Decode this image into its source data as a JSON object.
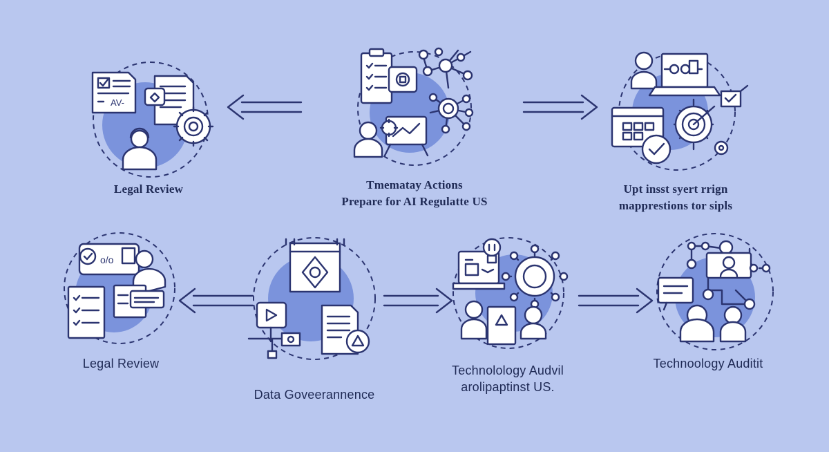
{
  "top_row": {
    "left": {
      "label": "Legal Review"
    },
    "center": {
      "label_line1": "Tmematay Actions",
      "label_line2": "Prepare for AI Regulatte US"
    },
    "right": {
      "label_line1": "Upt insst syert rrign",
      "label_line2": "mapprestions tor sipls"
    }
  },
  "bottom_row": {
    "first": {
      "label": "Legal Review"
    },
    "second": {
      "label": "Data Goveerannence"
    },
    "third": {
      "label_line1": "Technolology Audvil",
      "label_line2": "arolipaptinst US."
    },
    "fourth": {
      "label": "Technoology Auditit"
    }
  },
  "colors": {
    "background": "#b9c7ef",
    "accent_blob": "#7b93dc",
    "stroke": "#2b3470",
    "fill": "#ffffff"
  },
  "icons": [
    "document-check-icon",
    "person-headset-icon",
    "target-gear-icon",
    "clipboard-icon",
    "network-nodes-icon",
    "gear-icon",
    "presentation-icon",
    "calendar-icon",
    "checkmark-icon",
    "chat-bubble-icon",
    "checklist-icon",
    "video-play-icon",
    "warning-triangle-icon",
    "lightbulb-icon",
    "laptop-icon",
    "people-icon"
  ]
}
